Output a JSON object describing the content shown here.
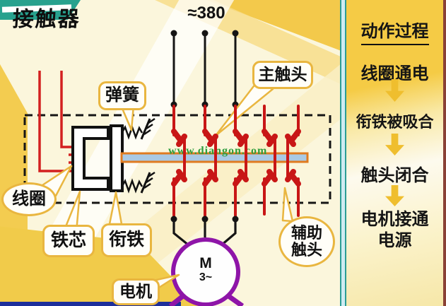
{
  "title": "接触器",
  "supply": {
    "voltage_label": "≈380"
  },
  "watermark": "www.diangon.com",
  "diagram_labels": {
    "spring": "弹簧",
    "main_contact": "主触头",
    "coil": "线圈",
    "iron_core": "铁芯",
    "armature": "衔铁",
    "aux_contact": [
      "辅助",
      "触头"
    ],
    "motor_label": "电机",
    "motor_symbol": "M",
    "motor_phase": "3~"
  },
  "process_panel": {
    "title": "动作过程",
    "steps": [
      "线圈通电",
      "衔铁被吸合",
      "触头闭合",
      "电机接通电源"
    ]
  },
  "colors": {
    "accent_gold": "#F3C94B",
    "bubble_border": "#E9B640",
    "teal_deco": "#27A18E",
    "contact_red": "#C81616",
    "motor_purple": "#8E15A8",
    "watermark_green": "#2F9E3E",
    "crossbar_blue": "#A9C9E4",
    "crossbar_border_orange": "#E07B20",
    "navy_strip": "#1D2F9B",
    "right_edge_maroon": "#8A4136"
  }
}
